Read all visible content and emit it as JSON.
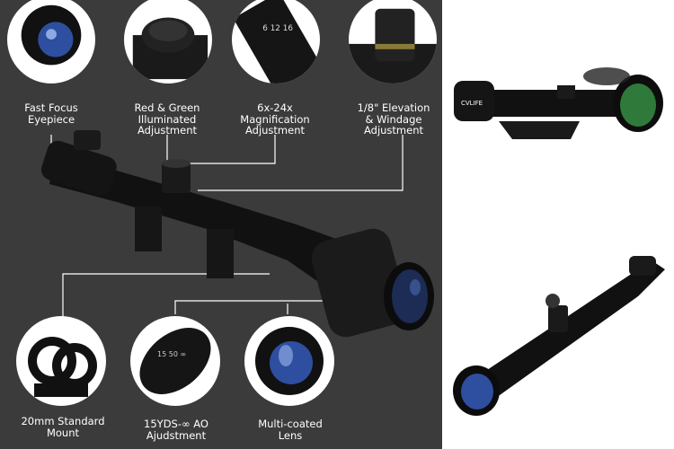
{
  "features": {
    "eyepiece": "Fast Focus\nEyepiece",
    "illuminated": "Red & Green\nIlluminated\nAdjustment",
    "magnification": "6x-24x\nMagnification\nAdjustment",
    "elevation": "1/8\" Elevation\n& Windage\nAdjustment",
    "mount": "20mm Standard\nMount",
    "ao": "15YDS-∞ AO\nAjudstment",
    "lens": "Multi-coated\nLens"
  },
  "brand_logo": "CVLIFE",
  "colors": {
    "panel": "#3b3b3b",
    "lens_blue": "#2e4fa0",
    "lens_green": "#2f7a3a"
  }
}
